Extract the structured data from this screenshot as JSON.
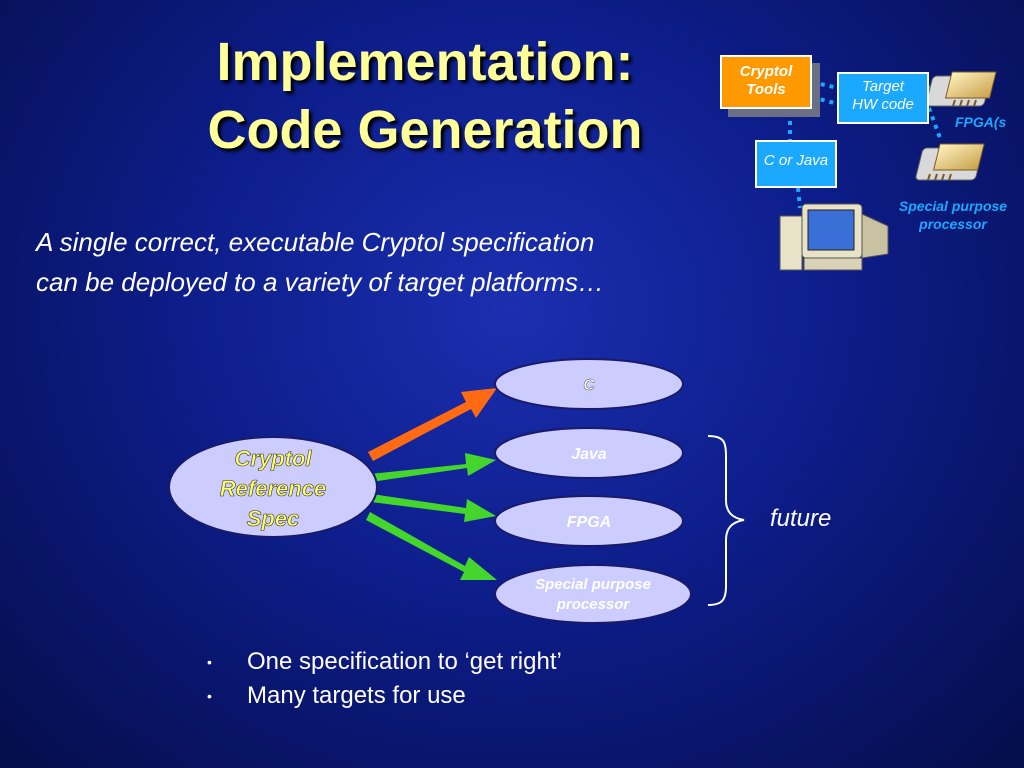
{
  "title": {
    "line1": "Implementation:",
    "line2": "Code Generation"
  },
  "tagline": {
    "line1": "A single correct, executable Cryptol specification",
    "line2": "can be deployed to a variety of target platforms…"
  },
  "mini_diagram": {
    "tools_line1": "Cryptol",
    "tools_line2": "Tools",
    "target_line1": "Target",
    "target_line2": "HW code",
    "c_or_java": "C or Java",
    "fpga": "FPGA(s",
    "spp_line1": "Special purpose",
    "spp_line2": "processor"
  },
  "diagram": {
    "source_line1": "Cryptol",
    "source_line2": "Reference",
    "source_line3": "Spec",
    "targets": [
      {
        "line1": "C",
        "line2": ""
      },
      {
        "line1": "Java",
        "line2": ""
      },
      {
        "line1": "FPGA",
        "line2": ""
      },
      {
        "line1": "Special purpose",
        "line2": "processor"
      }
    ],
    "future_label": "future"
  },
  "bullets": [
    "One specification to ‘get right’",
    "Many targets for use"
  ],
  "colors": {
    "title": "#ffff99",
    "ellipse_fill": "#ccccff",
    "source_text": "#ffff66",
    "arrow_active": "#ff6a13",
    "arrow_other": "#44d62c",
    "mini_orange": "#ff9900",
    "mini_blue": "#1ba9ff"
  }
}
